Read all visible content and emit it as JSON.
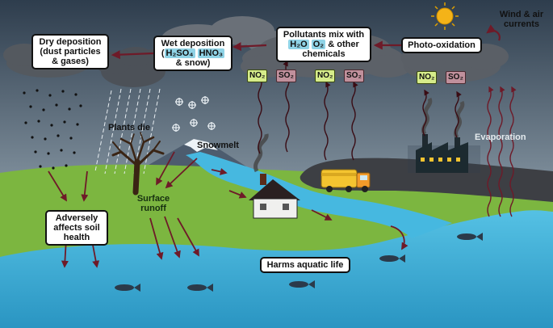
{
  "labels": {
    "dry_deposition": "Dry deposition (dust particles & gases)",
    "wet_deposition_title": "Wet deposition",
    "wet_open": "(",
    "wet_h2so4": "H₂SO₄",
    "wet_hno3": "HNO₃",
    "wet_snow": "& snow)",
    "pollutants_title": "Pollutants mix with",
    "pollutants_h2o": "H₂O",
    "pollutants_o2": "O₂",
    "pollutants_rest": "& other chemicals",
    "photo_oxidation": "Photo-oxidation",
    "wind": "Wind & air currents",
    "plants_die": "Plants die",
    "snowmelt": "Snowmelt",
    "surface_runoff": "Surface runoff",
    "evaporation": "Evaporation",
    "soil_health": "Adversely affects soil health",
    "aquatic": "Harms aquatic life"
  },
  "chips": {
    "no2_1": "NO₂",
    "so2_1": "SO₂",
    "no2_2": "NO₂",
    "so2_2": "SO₂",
    "no2_3": "NO₂",
    "so2_3": "SO₂"
  },
  "colors": {
    "sky_top": "#2e3d4d",
    "sky_bottom": "#c5d0d8",
    "grass": "#7cb640",
    "water": "#3aaed8",
    "arrow": "#6e1a28",
    "cloud": "#5a6068",
    "sun": "#f4b318"
  }
}
